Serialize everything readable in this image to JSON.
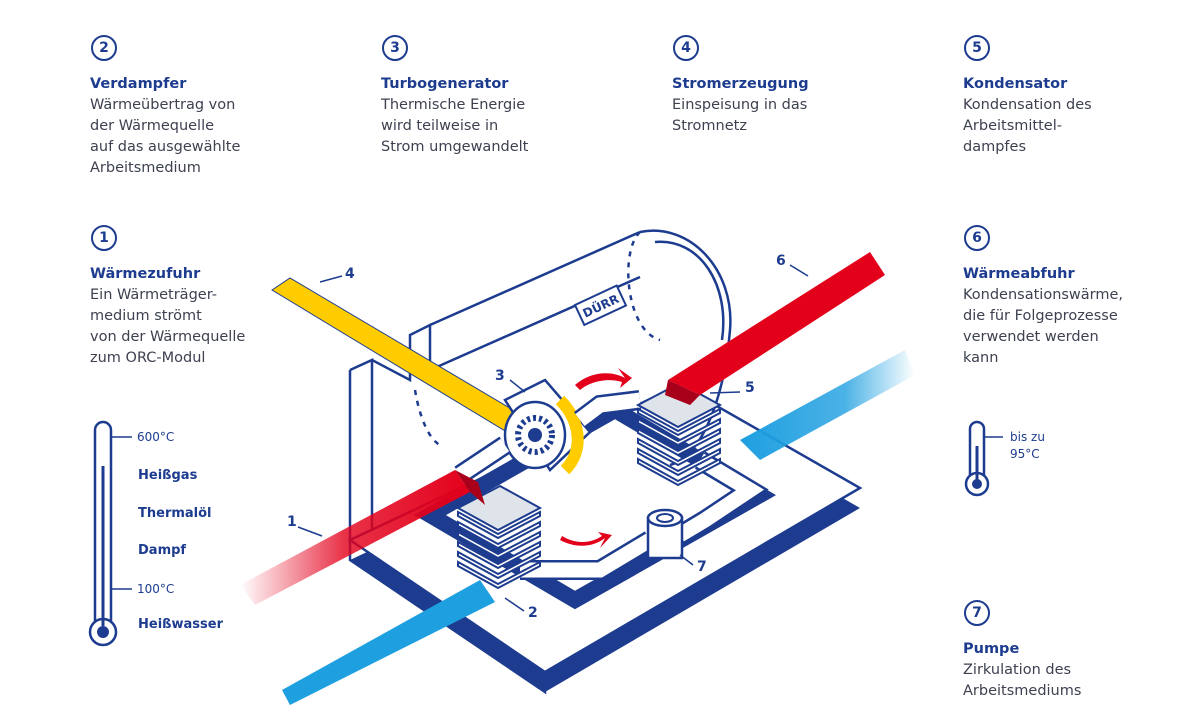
{
  "steps": [
    {
      "id": "2",
      "title": "Verdampfer",
      "desc": "Wärmeübertrag von\nder Wärmequelle\nauf das ausgewählte\nArbeitsmedium"
    },
    {
      "id": "3",
      "title": "Turbogenerator",
      "desc": "Thermische Energie\nwird teilweise in\nStrom umgewandelt"
    },
    {
      "id": "4",
      "title": "Stromerzeugung",
      "desc": "Einspeisung in das\nStromnetz"
    },
    {
      "id": "5",
      "title": "Kondensator",
      "desc": "Kondensation des\nArbeitsmittel-\ndampfes"
    },
    {
      "id": "1",
      "title": "Wärmezufuhr",
      "desc": "Ein Wärmeträger-\nmedium strömt\nvon der Wärmequelle\nzum ORC-Modul"
    },
    {
      "id": "6",
      "title": "Wärmeabfuhr",
      "desc": "Kondensationswärme,\ndie für Folgeprozesse\nverwendet werden\nkann"
    },
    {
      "id": "7",
      "title": "Pumpe",
      "desc": "Zirkulation des\nArbeitsmediums"
    }
  ],
  "thermometer_left": {
    "top_label": "600°C",
    "bottom_label": "100°C",
    "media": [
      "Heißgas",
      "Thermalöl",
      "Dampf",
      "Heißwasser"
    ]
  },
  "thermometer_right": {
    "label": "bis zu\n95°C"
  },
  "callouts": [
    "4",
    "6",
    "3",
    "5",
    "1",
    "2",
    "7"
  ],
  "logo": "DÜRR",
  "colors": {
    "navy": "#1d3c8f",
    "red": "#e3001b",
    "yellow": "#ffcc00",
    "blue": "#1e9fe0",
    "grey": "#dfe3ea"
  }
}
